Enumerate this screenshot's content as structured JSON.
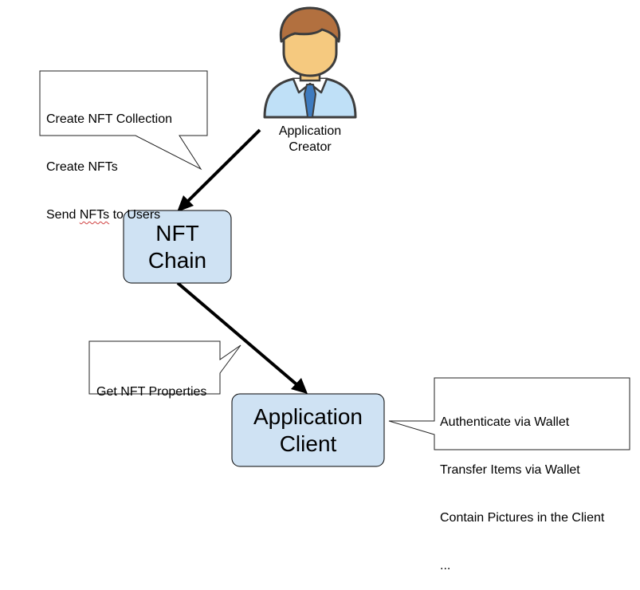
{
  "actor": {
    "icon": "user-icon",
    "label_line1": "Application",
    "label_line2": "Creator",
    "colors": {
      "hair": "#b2703f",
      "skin": "#f5c97f",
      "shirt": "#bfe0f7",
      "tie": "#3e7bbf",
      "outline": "#3d3d3d"
    }
  },
  "nodes": {
    "nft_chain": {
      "line1": "NFT",
      "line2": "Chain"
    },
    "app_client": {
      "line1": "Application",
      "line2": "Client"
    }
  },
  "callouts": {
    "creator_actions": {
      "line1": "Create NFT Collection",
      "line2": "Create NFTs",
      "line3_prefix": "Send ",
      "line3_word": "NFTs",
      "line3_suffix": " to Users"
    },
    "get_properties": {
      "text": "Get NFT Properties"
    },
    "client_features": {
      "line1": "Authenticate via Wallet",
      "line2": "Transfer Items via Wallet",
      "line3": "Contain Pictures in the Client",
      "line4": "..."
    }
  },
  "colors": {
    "node_fill": "#cfe2f3",
    "node_stroke": "#000000",
    "callout_fill": "#ffffff",
    "arrow": "#000000"
  }
}
